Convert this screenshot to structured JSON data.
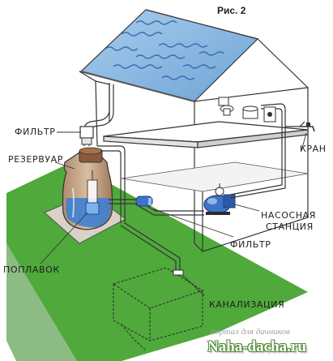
{
  "figure_label": "Рис. 2",
  "labels": {
    "filter_top": "ФИЛЬТР",
    "reservoir": "РЕЗЕРВУАР",
    "float": "ПОПЛАВОК",
    "tap": "КРАН",
    "pump_station_line1": "НАСОСНАЯ",
    "pump_station_line2": "СТАНЦИЯ",
    "filter_bottom": "ФИЛЬТР",
    "sewer": "КАНАЛИЗАЦИЯ"
  },
  "watermark": {
    "tagline": "портал для дачников",
    "site": "Naha-dacha.ru"
  },
  "colors": {
    "lawn": "#4fa93b",
    "roof_panel": "#7fb0dc",
    "water": "#3f7fd0",
    "reservoir_body": "#c9a88a",
    "pump": "#3f73c8",
    "line": "#333333"
  },
  "icons": [
    "reservoir-barrel",
    "float-icon",
    "pump-station-icon",
    "tap-icon",
    "filter-icon",
    "sink-icon",
    "toilet-icon"
  ]
}
